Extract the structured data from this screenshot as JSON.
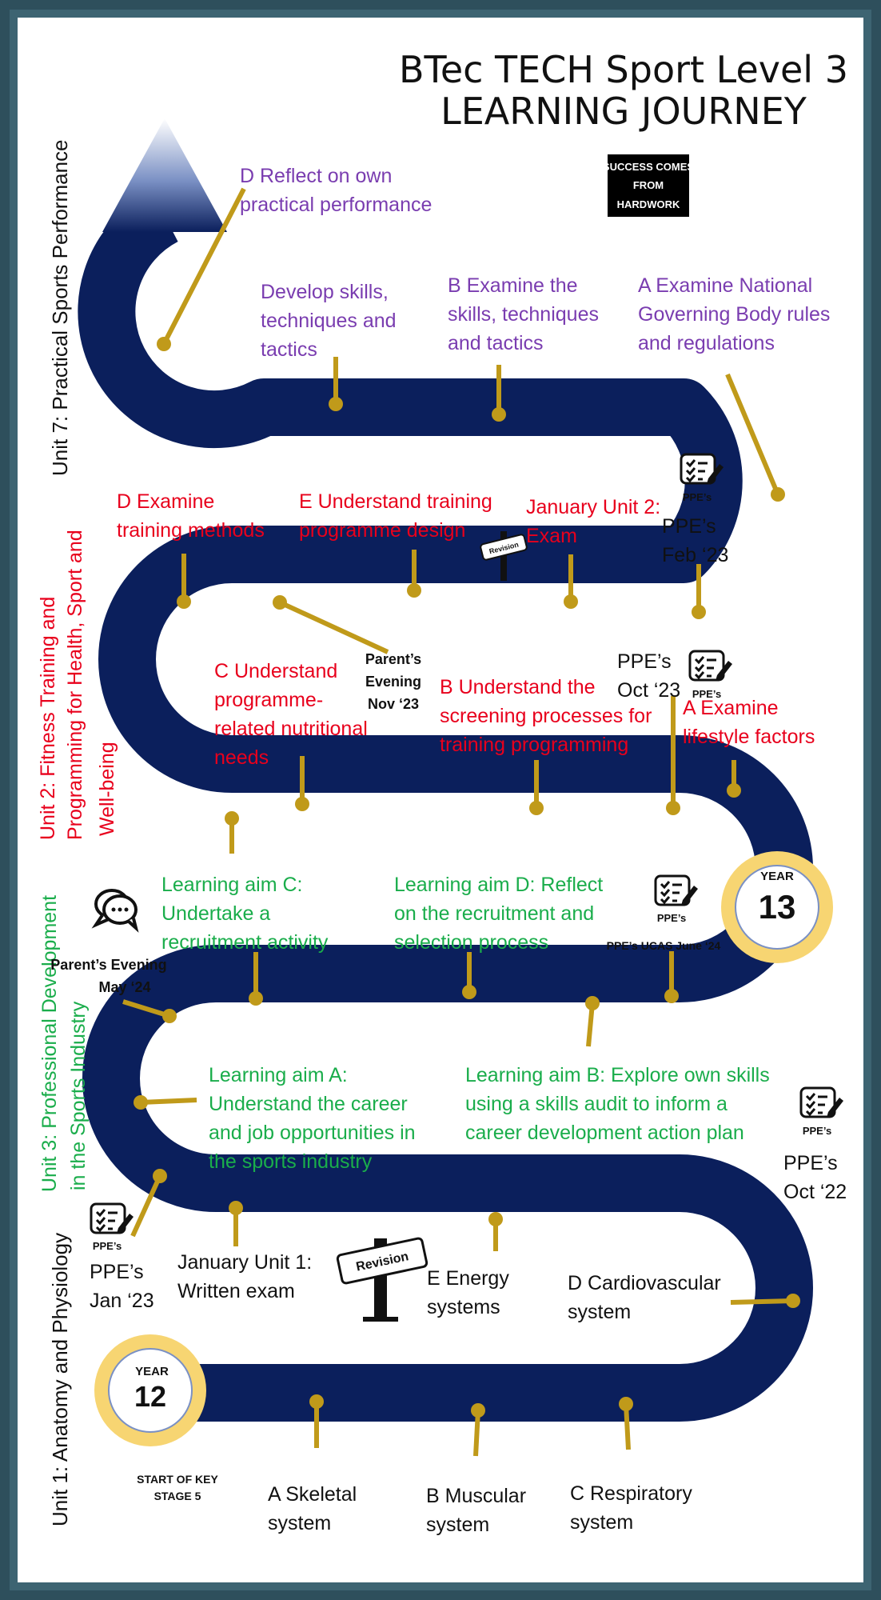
{
  "title_line1": "BTec TECH Sport Level 3",
  "title_line2": "LEARNING JOURNEY",
  "motto": [
    "SUCCESS COMES",
    "FROM",
    "HARDWORK"
  ],
  "colors": {
    "frame": "#2e4f5c",
    "road": "#0b1f5c",
    "pin": "#c09a1a",
    "purple": "#7a3db0",
    "red": "#e8001c",
    "green": "#1aad4b",
    "year_badge": "#f7d572"
  },
  "units": {
    "unit7": "Unit 7: Practical Sports Performance",
    "unit2_a": "Unit 2: Fitness Training and",
    "unit2_b": "Programming for Health, Sport and",
    "unit2_c": "Well-being",
    "unit3_a": "Unit 3: Professional Development",
    "unit3_b": "in the Sports Industry",
    "unit1": "Unit 1: Anatomy and Physiology"
  },
  "unit7_items": {
    "d": [
      "D Reflect on own",
      "practical performance"
    ],
    "develop": [
      "Develop skills,",
      "techniques and",
      "tactics"
    ],
    "b": [
      "B Examine the",
      "skills, techniques",
      "and tactics"
    ],
    "a": [
      "A Examine National",
      "Governing Body rules",
      "and regulations"
    ]
  },
  "unit2_items": {
    "d": [
      "D Examine",
      "training methods"
    ],
    "e": [
      "E Understand training",
      "programme design"
    ],
    "jan": [
      "January Unit 2:",
      "Exam"
    ],
    "ppe_feb": [
      "PPE’s",
      "Feb ‘23"
    ],
    "c": [
      "C Understand",
      "programme-",
      "related nutritional",
      "needs"
    ],
    "parents": [
      "Parent’s",
      "Evening",
      "Nov ‘23"
    ],
    "b": [
      "B Understand the",
      "screening processes for",
      "training programming"
    ],
    "ppe_oct": [
      "PPE’s",
      "Oct ‘23"
    ],
    "a": [
      "A Examine",
      "lifestyle factors"
    ]
  },
  "unit3_items": {
    "c": [
      "Learning aim C:",
      "Undertake a",
      "recruitment activity"
    ],
    "d": [
      "Learning aim D: Reflect",
      "on the recruitment and",
      "selection process"
    ],
    "ppe_ucas": "PPE’s UCAS June ‘24",
    "parents": [
      "Parent’s Evening",
      "May ‘24"
    ],
    "a": [
      "Learning aim A:",
      "Understand the career",
      "and job opportunities in",
      "the sports industry"
    ],
    "b": [
      "Learning aim B: Explore own skills",
      "using a skills audit to inform a",
      "career development action plan"
    ],
    "ppe_oct22": [
      "PPE’s",
      "Oct ‘22"
    ]
  },
  "unit1_items": {
    "ppe_jan": [
      "PPE’s",
      "Jan ‘23"
    ],
    "jan": [
      "January Unit 1:",
      "Written exam"
    ],
    "e": [
      "E Energy",
      "systems"
    ],
    "d": [
      "D Cardiovascular",
      "system"
    ],
    "a": [
      "A Skeletal",
      "system"
    ],
    "b": [
      "B Muscular",
      "system"
    ],
    "c": [
      "C Respiratory",
      "system"
    ],
    "start": [
      "START OF KEY",
      "STAGE 5"
    ]
  },
  "small_labels": {
    "ppe": "PPE’s",
    "revision": "Revision",
    "year": "YEAR",
    "year12": "12",
    "year13": "13"
  },
  "icons": {
    "ppe_icon": "checklist-pen-icon",
    "speech": "speech-bubbles-icon",
    "signpost": "revision-signpost-icon"
  }
}
